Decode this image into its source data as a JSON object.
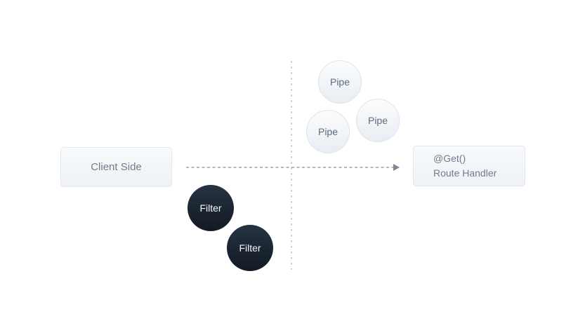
{
  "diagram": {
    "client_box": {
      "label": "Client Side"
    },
    "route_box": {
      "line1": "@Get()",
      "line2": "Route Handler"
    },
    "pipes": [
      {
        "label": "Pipe"
      },
      {
        "label": "Pipe"
      },
      {
        "label": "Pipe"
      }
    ],
    "filters": [
      {
        "label": "Filter"
      },
      {
        "label": "Filter"
      }
    ],
    "colors": {
      "background": "#ffffff",
      "box_background": "#f2f5f8",
      "box_border": "#e1e7ed",
      "box_text": "#6e7c8c",
      "pipe_background": "#eef2f6",
      "pipe_border": "#dde4ea",
      "pipe_text": "#5d6c7c",
      "filter_background": "#1a2430",
      "filter_text": "#f6f8fa",
      "arrow_line": "#97a1ad",
      "divider_line": "#ccd3da"
    }
  }
}
